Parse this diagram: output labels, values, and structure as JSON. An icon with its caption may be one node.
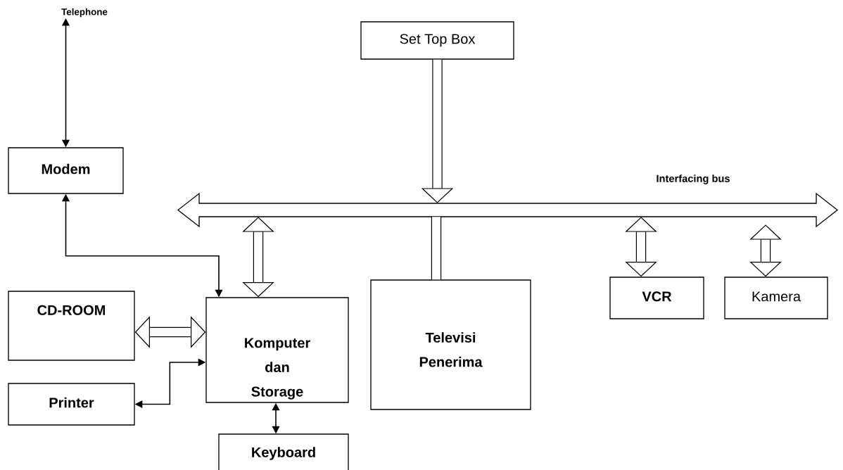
{
  "diagram": {
    "nodes": [
      {
        "text": [
          "Telephone"
        ]
      },
      {
        "text": [
          "Modem"
        ]
      },
      {
        "text": [
          "Set Top Box"
        ]
      },
      {
        "text": [
          "Interfacing bus"
        ]
      },
      {
        "text": [
          "CD-ROOM"
        ]
      },
      {
        "text": [
          "Komputer dan Storage"
        ]
      },
      {
        "text": [
          "Televisi Penerima"
        ]
      },
      {
        "text": [
          "VCR"
        ]
      },
      {
        "text": [
          "Kamera"
        ]
      },
      {
        "text": [
          "Printer"
        ]
      },
      {
        "text": [
          "Keyboard"
        ]
      }
    ],
    "edges": [
      {
        "from": 1,
        "to": 0,
        "arrow": "both"
      },
      {
        "from": 1,
        "to": 5,
        "arrow": "both"
      },
      {
        "from": 2,
        "to": 3,
        "arrow": "to"
      },
      {
        "from": 5,
        "to": 3,
        "arrow": "both"
      },
      {
        "from": 3,
        "to": 6,
        "arrow": "none"
      },
      {
        "from": 3,
        "to": 7,
        "arrow": "both"
      },
      {
        "from": 8,
        "to": 3,
        "arrow": "both"
      },
      {
        "from": 4,
        "to": 5,
        "arrow": "both"
      },
      {
        "from": 5,
        "to": 9,
        "arrow": "both"
      },
      {
        "from": 5,
        "to": 10,
        "arrow": "both"
      }
    ]
  }
}
